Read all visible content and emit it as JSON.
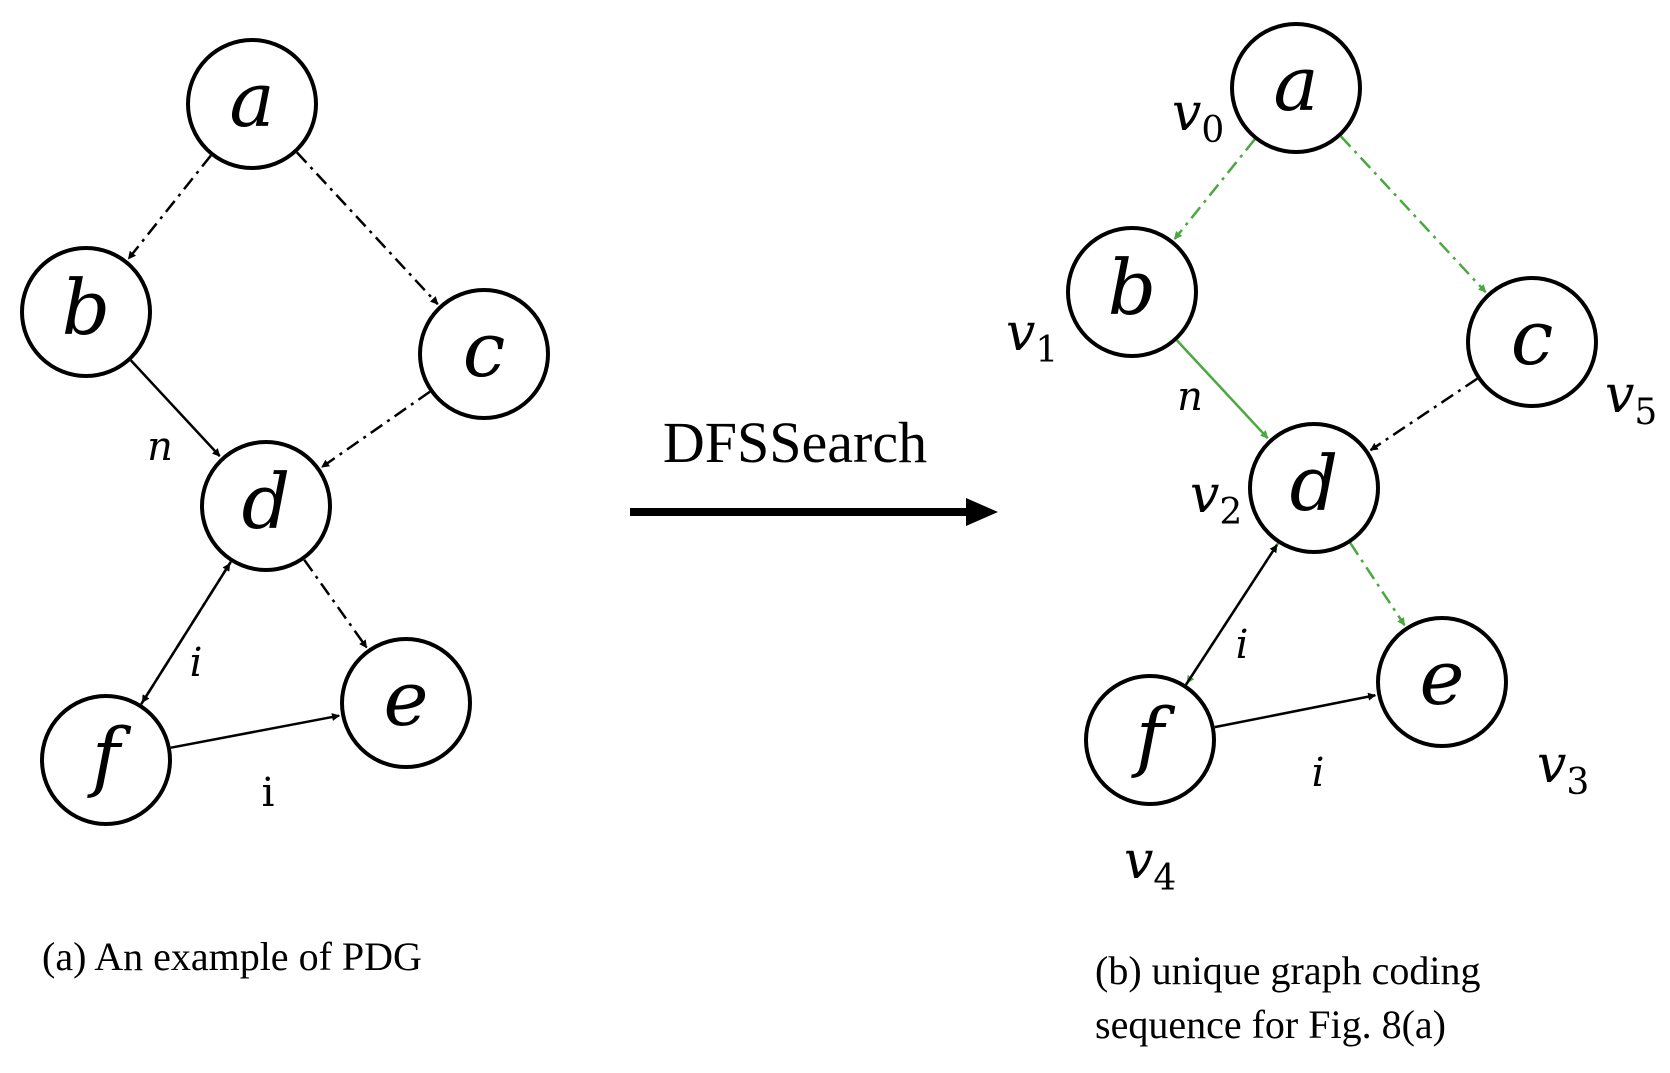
{
  "colors": {
    "black": "#000000",
    "green": "#4aa83e"
  },
  "operation": {
    "label": "DFSSearch"
  },
  "graph_a": {
    "caption": "(a) An example of PDG",
    "nodes": [
      {
        "id": "a",
        "label": "a"
      },
      {
        "id": "b",
        "label": "b"
      },
      {
        "id": "c",
        "label": "c"
      },
      {
        "id": "d",
        "label": "d"
      },
      {
        "id": "e",
        "label": "e"
      },
      {
        "id": "f",
        "label": "f"
      }
    ],
    "edges": [
      {
        "from": "a",
        "to": "b",
        "style": "dashdot",
        "color": "black",
        "label": ""
      },
      {
        "from": "a",
        "to": "c",
        "style": "dashdot",
        "color": "black",
        "label": ""
      },
      {
        "from": "b",
        "to": "d",
        "style": "solid",
        "color": "black",
        "label": "n"
      },
      {
        "from": "c",
        "to": "d",
        "style": "dashdot",
        "color": "black",
        "label": ""
      },
      {
        "from": "d",
        "to": "f",
        "style": "dashdot",
        "color": "black",
        "label": ""
      },
      {
        "from": "d",
        "to": "e",
        "style": "dashdot",
        "color": "black",
        "label": ""
      },
      {
        "from": "f",
        "to": "d",
        "style": "solid",
        "color": "black",
        "label": "i"
      },
      {
        "from": "f",
        "to": "e",
        "style": "solid",
        "color": "black",
        "label": "i"
      }
    ]
  },
  "graph_b": {
    "caption_line1": "(b) unique graph coding",
    "caption_line2": "sequence for Fig. 8(a)",
    "nodes": [
      {
        "id": "a",
        "label": "a",
        "vname": "v",
        "vsub": "0"
      },
      {
        "id": "b",
        "label": "b",
        "vname": "v",
        "vsub": "1"
      },
      {
        "id": "c",
        "label": "c",
        "vname": "v",
        "vsub": "5"
      },
      {
        "id": "d",
        "label": "d",
        "vname": "v",
        "vsub": "2"
      },
      {
        "id": "e",
        "label": "e",
        "vname": "v",
        "vsub": "3"
      },
      {
        "id": "f",
        "label": "f",
        "vname": "v",
        "vsub": "4"
      }
    ],
    "edges": [
      {
        "from": "a",
        "to": "b",
        "style": "dashdot",
        "color": "green",
        "label": ""
      },
      {
        "from": "a",
        "to": "c",
        "style": "dashdot",
        "color": "green",
        "label": ""
      },
      {
        "from": "b",
        "to": "d",
        "style": "solid",
        "color": "green",
        "label": "n"
      },
      {
        "from": "c",
        "to": "d",
        "style": "dashdot",
        "color": "black",
        "label": ""
      },
      {
        "from": "d",
        "to": "f",
        "style": "dashdot",
        "color": "green",
        "label": ""
      },
      {
        "from": "d",
        "to": "e",
        "style": "dashdot",
        "color": "green",
        "label": ""
      },
      {
        "from": "f",
        "to": "d",
        "style": "solid",
        "color": "black",
        "label": "i"
      },
      {
        "from": "f",
        "to": "e",
        "style": "solid",
        "color": "black",
        "label": "i"
      }
    ]
  }
}
